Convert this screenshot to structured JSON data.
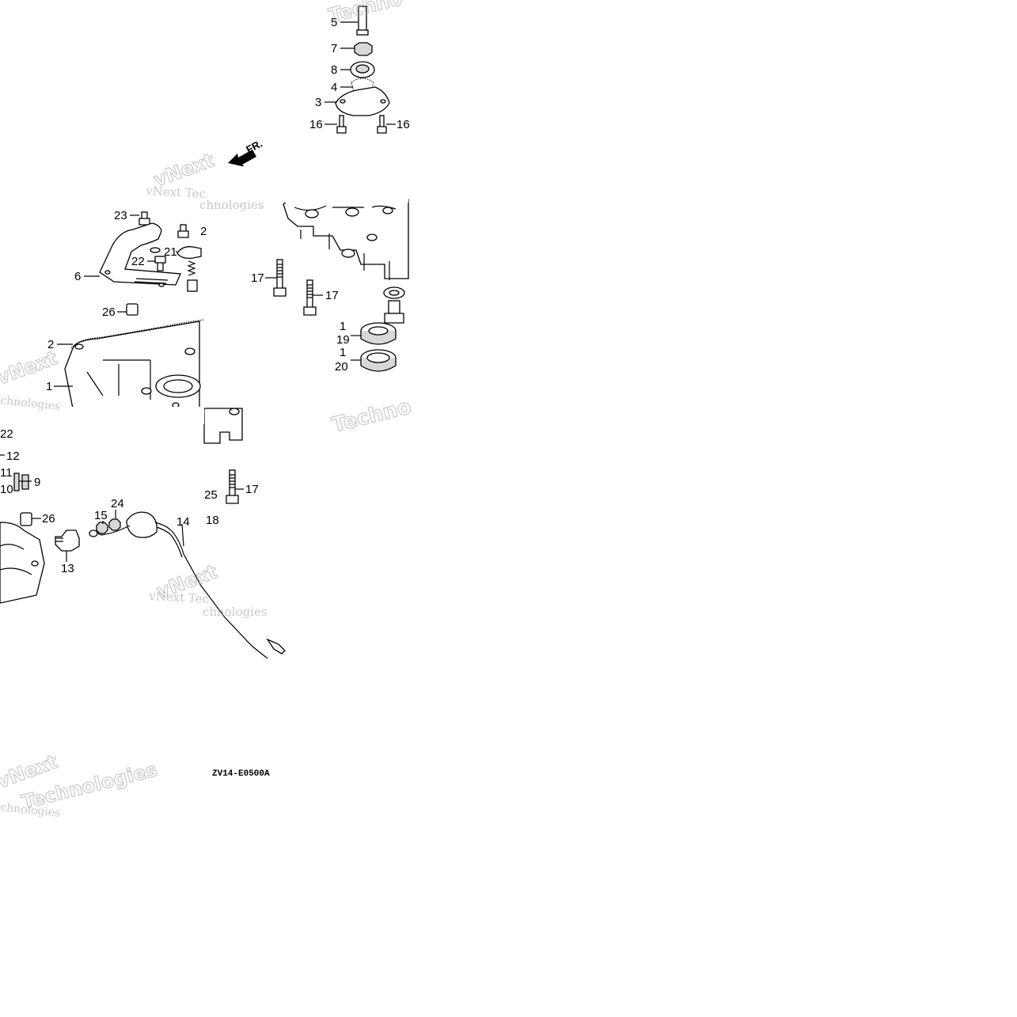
{
  "diagram": {
    "code": "ZV14-E0500A",
    "direction_label": "FR.",
    "watermarks": [
      "vNext",
      "Technologies",
      "vNext Tec",
      "chnologies",
      "Techno"
    ],
    "part_labels": {
      "p1_a": "1",
      "p1_b": "1",
      "p1_c": "1",
      "p2": "2",
      "p3": "3",
      "p4": "4",
      "p5": "5",
      "p6": "6",
      "p7": "7",
      "p8": "8",
      "p9": "9",
      "p10": "10",
      "p11": "11",
      "p12": "12",
      "p13": "13",
      "p14": "14",
      "p15": "15",
      "p16_a": "16",
      "p16_b": "16",
      "p17_a": "17",
      "p17_b": "17",
      "p17_c": "17",
      "p18": "18",
      "p19": "19",
      "p20": "20",
      "p21": "21",
      "p22_a": "22",
      "p22_b": "22",
      "p23": "23",
      "p24": "24",
      "p25": "25",
      "p26_a": "26",
      "p26_b": "26",
      "p2x": "2"
    }
  }
}
